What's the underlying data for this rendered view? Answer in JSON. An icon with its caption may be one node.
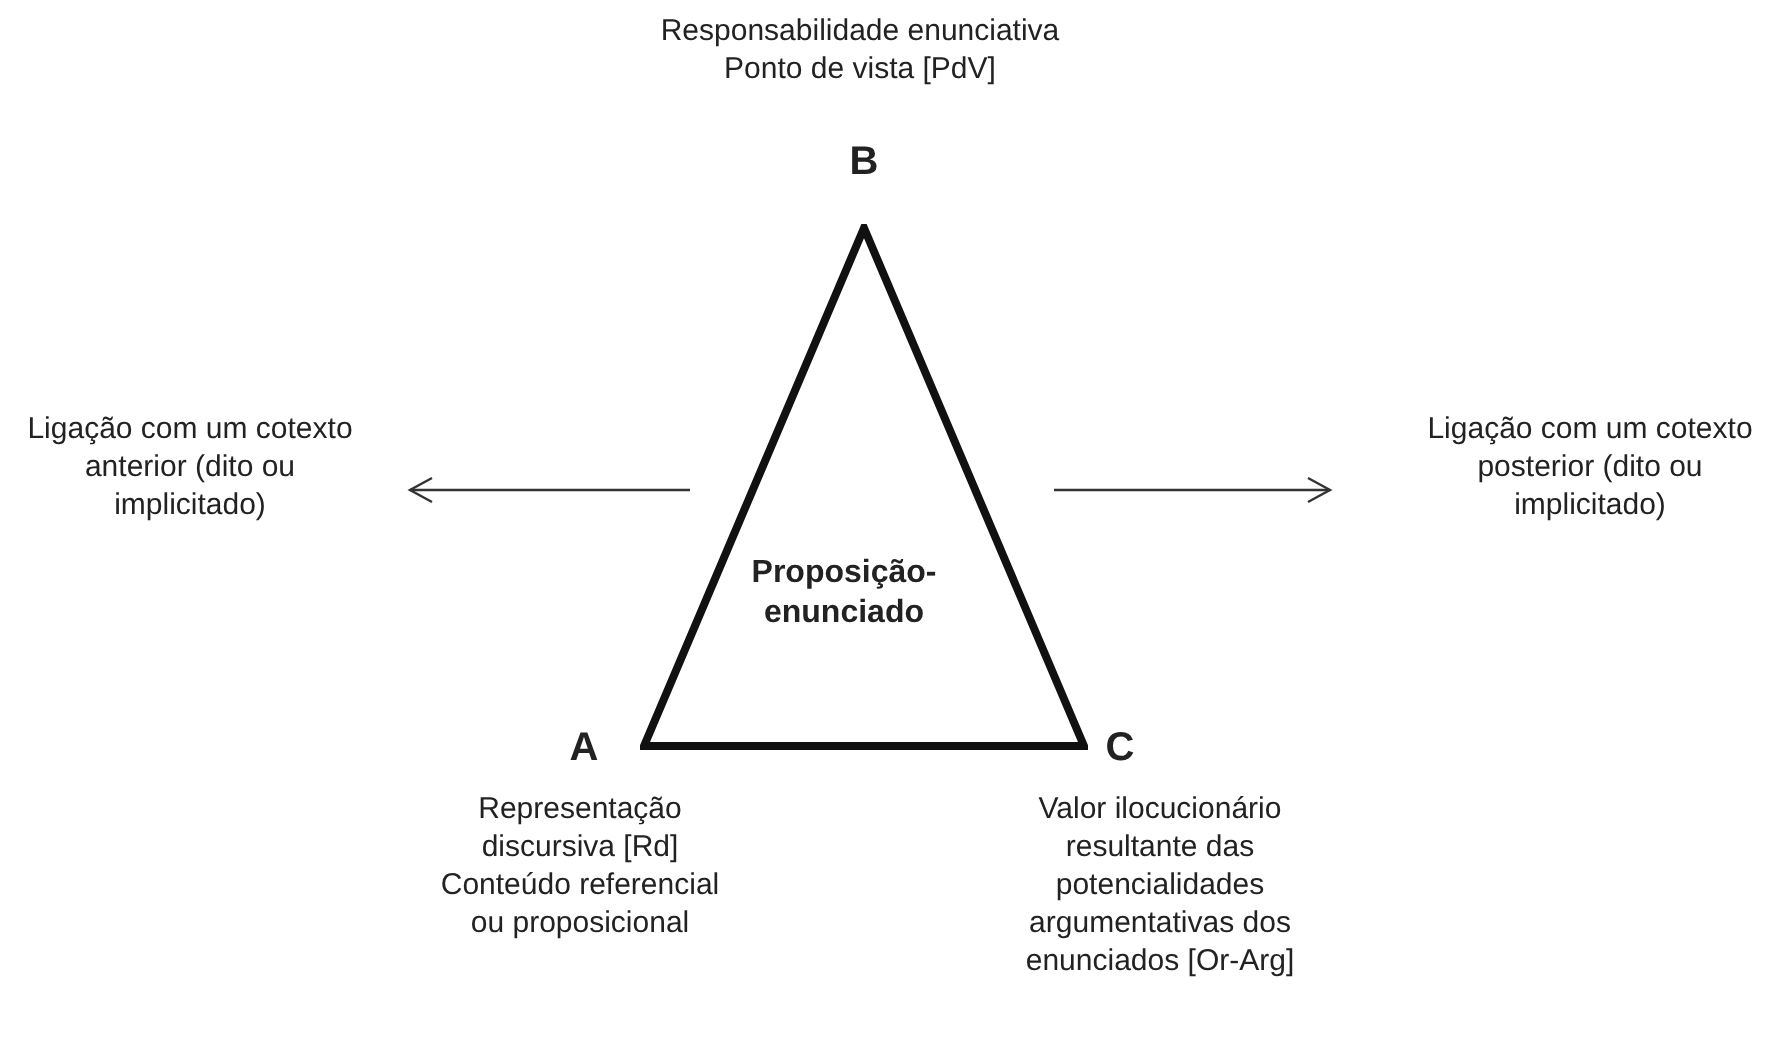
{
  "diagram": {
    "nodes": [
      {
        "text": [
          "Proposição-enunciado"
        ]
      },
      {
        "text": [
          "Ligação com um cotexto anterior (dito ou implicitado)"
        ]
      },
      {
        "text": [
          "Ligação com um cotexto posterior (dito ou implicitado)"
        ]
      }
    ],
    "edges": [
      {
        "from": 0,
        "to": 1,
        "arrow": "to"
      },
      {
        "from": 0,
        "to": 2,
        "arrow": "to"
      }
    ],
    "labels": [
      "Responsabilidade enunciativa",
      "Ponto de vista [PdV]",
      "B",
      "A",
      "C",
      "Representação discursiva [Rd]",
      "Conteúdo referencial ou proposicional",
      "Valor ilocucionário resultante das potencialidades argumentativas dos enunciados [Or-Arg]"
    ]
  }
}
